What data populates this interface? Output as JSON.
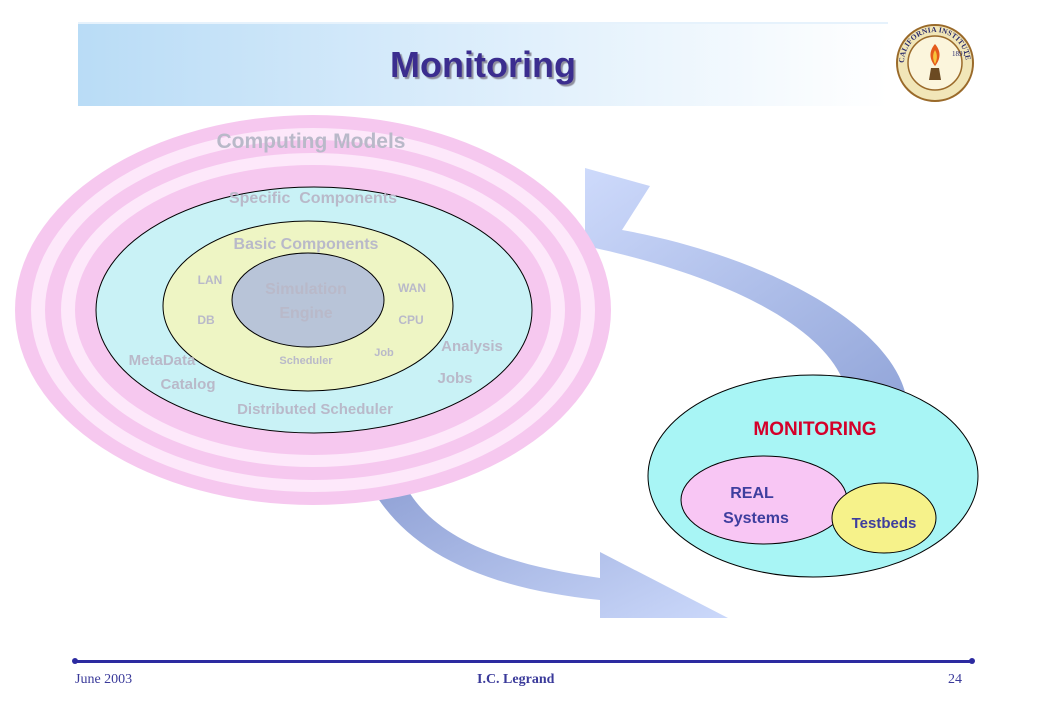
{
  "slide": {
    "title": "Monitoring"
  },
  "logo": {
    "top_text": "CALIFORNIA INSTITUTE OF TECHNOLOGY",
    "year": "1891"
  },
  "left_diagram": {
    "outer_title": "Computing Models",
    "specific_label": "Specific  Components",
    "basic_label": "Basic Components",
    "core_line1": "Simulation",
    "core_line2": "Engine",
    "lan": "LAN",
    "wan": "WAN",
    "db": "DB",
    "cpu": "CPU",
    "scheduler": "Scheduler",
    "job": "Job",
    "metadata": "MetaData",
    "catalog": "Catalog",
    "analysis": "Analysis",
    "jobs": "Jobs",
    "dist_scheduler": "Distributed Scheduler"
  },
  "right_diagram": {
    "title": "MONITORING",
    "real_line1": "REAL",
    "real_line2": "Systems",
    "testbeds": "Testbeds"
  },
  "footer": {
    "date": "June 2003",
    "author": "I.C. Legrand",
    "page": "24"
  },
  "colors": {
    "title_text": "#3b2d8f",
    "outer_ring": "#f6c8ef",
    "outer_gap": "#fde8fa",
    "specific_fill": "#c9f2f6",
    "basic_fill": "#eef5c4",
    "core_fill": "#b8c4d8",
    "monitor_fill": "#a8f5f5",
    "real_fill": "#f8c6f4",
    "testbeds_fill": "#f6f28a",
    "arrow": "#b8c8f0",
    "monitor_title": "#d4002a",
    "label_blue": "#3e3e9e",
    "faded_text": "#b9b9c9",
    "footer": "#2c2aa0"
  }
}
